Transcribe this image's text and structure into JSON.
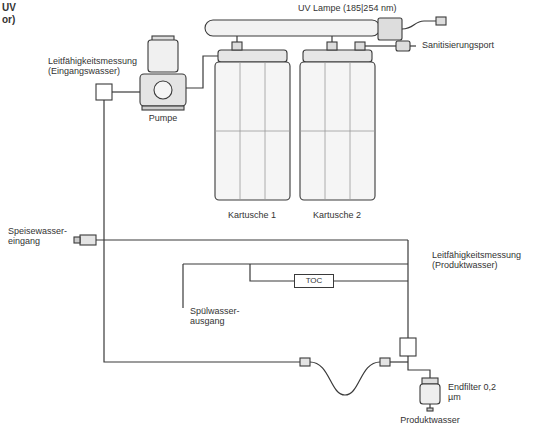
{
  "diagram": {
    "nodes": [
      {
        "text": [
          "TOC"
        ]
      }
    ],
    "labels": [
      "UV",
      "or)",
      "UV Lampe (185|254 nm)",
      "Sanitisierungsport",
      "Leitfähigkeitsmessung (Eingangswasser)",
      "Pumpe",
      "Kartusche 1",
      "Kartusche 2",
      "Speisewasser- eingang",
      "Leitfähigkeitsmessung (Produktwasser)",
      "Spülwasser- ausgang",
      "Endfilter 0,2 µm",
      "Produktwasser"
    ]
  }
}
